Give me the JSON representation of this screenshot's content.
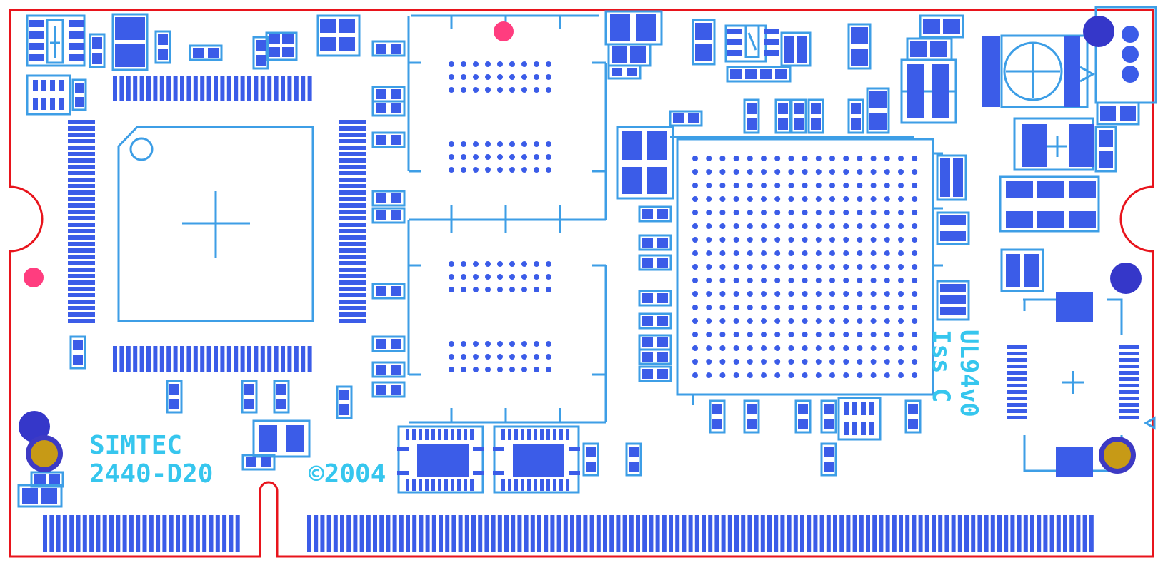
{
  "board": {
    "label_line1": "SIMTEC",
    "label_line2": "2440-D20",
    "copyright": "©2004",
    "rating": "UL94v0",
    "issue": "Iss C"
  },
  "colors": {
    "background": "#ffffff",
    "outline": "#e8141c",
    "pad": "#3b5ce8",
    "silkscreen": "#3d9ee6",
    "text": "#36c6ee",
    "fiducial": "#ff3d7f",
    "mount_ring": "#3d3ac4",
    "mount_hole": "#c79a16",
    "marker": "#3537c9"
  }
}
